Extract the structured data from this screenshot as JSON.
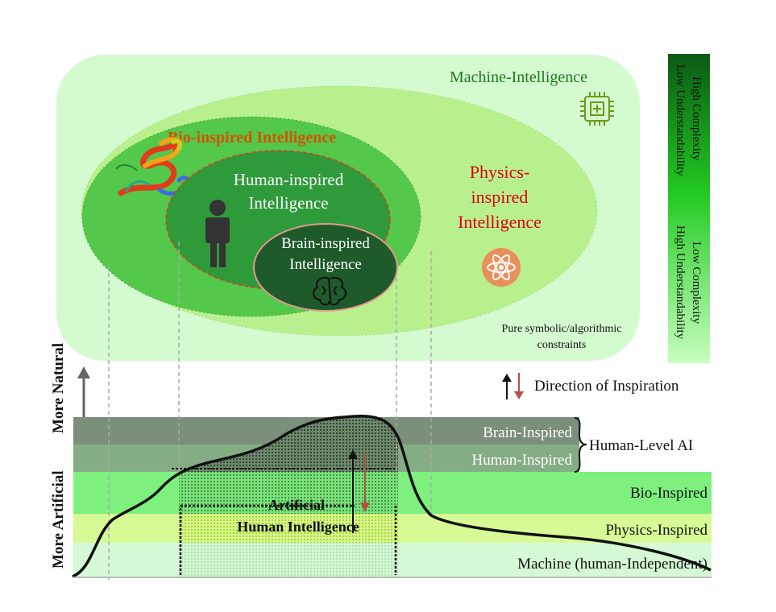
{
  "venn": {
    "machine_label": "Machine-Intelligence",
    "bio_label": "Bio-inspired Intelligence",
    "human_label_line1": "Human-inspired",
    "human_label_line2": "Intelligence",
    "brain_label_line1": "Brain-inspired",
    "brain_label_line2": "Intelligence",
    "physics_label_line1": "Physics-",
    "physics_label_line2": "inspired",
    "physics_label_line3": "Intelligence",
    "symbolic_line1": "Pure symbolic/algorithmic",
    "symbolic_line2": "constraints"
  },
  "complexity_bar": {
    "top_line1": "High Complexity",
    "top_line2": "Low Understandability",
    "bottom_line1": "Low Complexity",
    "bottom_line2": "High Understandability"
  },
  "legend": {
    "direction_label": "Direction of Inspiration"
  },
  "axis": {
    "natural_label": "More Natural",
    "artificial_label": "More Artificial"
  },
  "bands": {
    "brain": "Brain-Inspired",
    "human": "Human-Inspired",
    "human_level": "Human-Level AI",
    "bio": "Bio-Inspired",
    "physics": "Physics-Inspired",
    "machine": "Machine (human-Independent)"
  },
  "ahi": {
    "line1": "Artificial",
    "line2": "Human Intelligence"
  },
  "colors": {
    "machine_fill": "#d4fad0",
    "physics_fill": "#b9f08e",
    "bio_fill": "#54c84a",
    "human_fill": "#2e9a3a",
    "brain_fill": "#1f5a2a",
    "bio_text": "#d35400",
    "physics_text": "#e0000f",
    "machine_text": "#1f7a22"
  }
}
